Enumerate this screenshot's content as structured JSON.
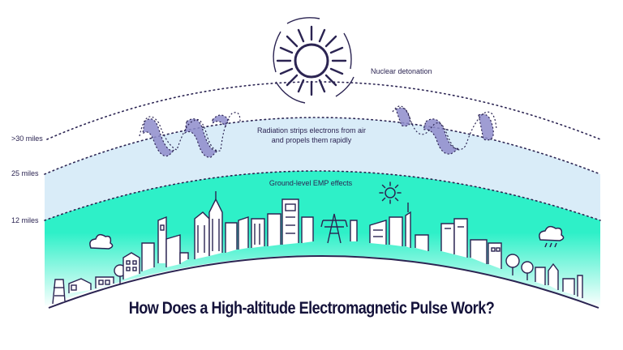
{
  "title": "How Does a High-altitude Electromagnetic Pulse Work?",
  "labels": {
    "nuclear": "Nuclear detonation",
    "radiation_line1": "Radiation strips electrons from air",
    "radiation_line2": "and propels them rapidly",
    "ground": "Ground-level EMP effects"
  },
  "altitudes": [
    ">30 miles",
    "25 miles",
    "12 miles"
  ],
  "colors": {
    "ink": "#2b2452",
    "upper_band": "#d9ecf8",
    "lower_band": "#2ef0c8",
    "wave_fill": "#8e8ccb"
  },
  "icons": [
    "sun-burst-icon",
    "sun-icon",
    "cloud-icon",
    "rain-cloud-icon",
    "power-pylon-icon"
  ]
}
